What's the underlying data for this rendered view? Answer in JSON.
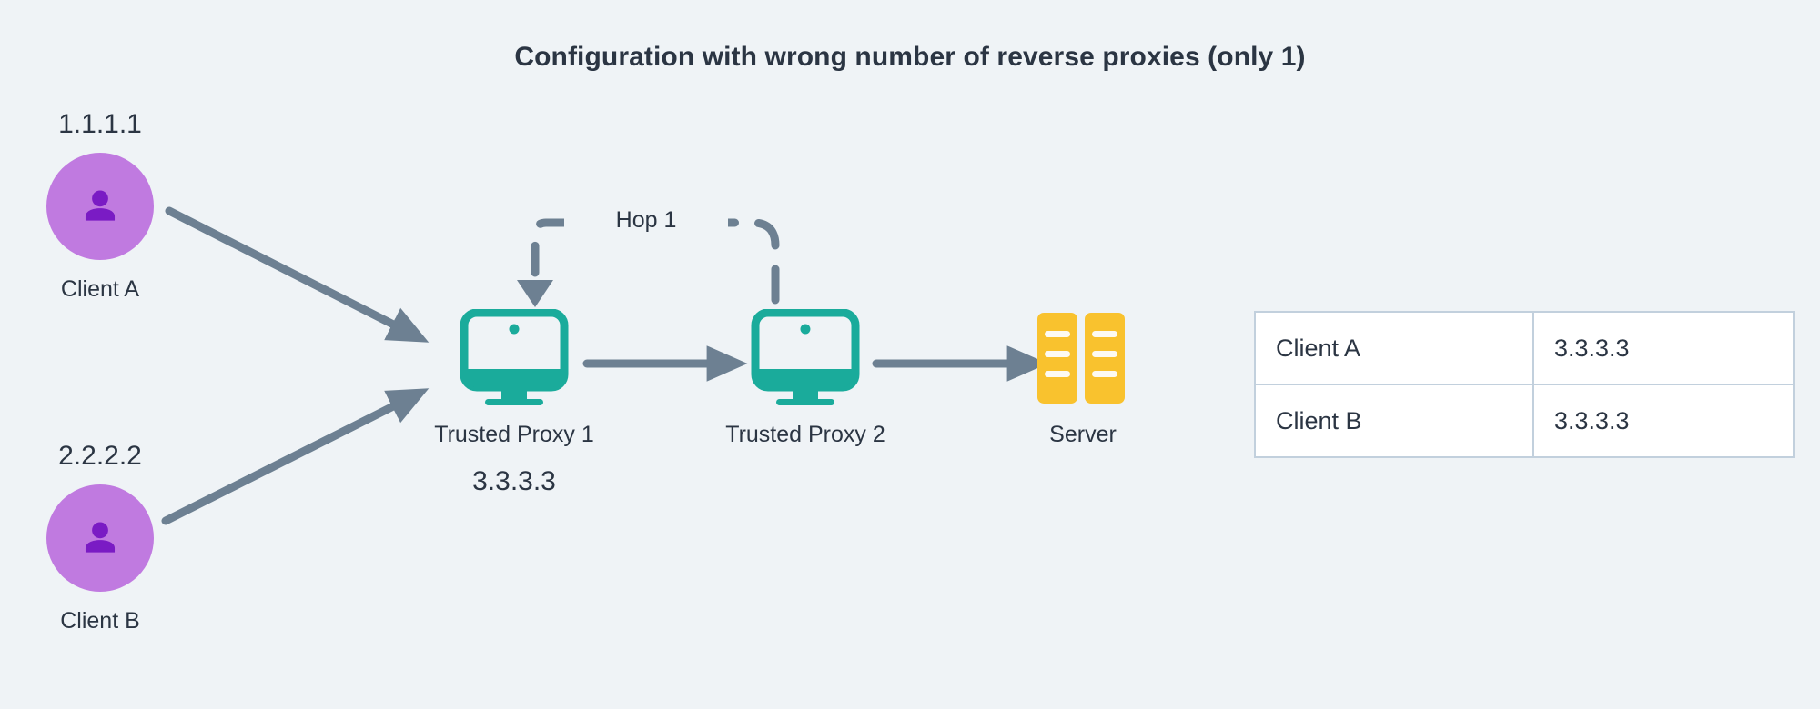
{
  "title": "Configuration with wrong number of reverse proxies (only 1)",
  "colors": {
    "background": "#eff3f6",
    "text": "#2b3543",
    "avatar_circle": "#c07ae0",
    "avatar_person": "#7a1bc4",
    "proxy_monitor": "#1aab9b",
    "server": "#f9c22e",
    "arrow": "#6d8092",
    "table_border": "#c2d0dd",
    "table_cell": "#ffffff"
  },
  "nodes": {
    "client_a": {
      "ip": "1.1.1.1",
      "label": "Client A",
      "icon": "person-icon"
    },
    "client_b": {
      "ip": "2.2.2.2",
      "label": "Client B",
      "icon": "person-icon"
    },
    "proxy_1": {
      "label": "Trusted Proxy 1",
      "ip": "3.3.3.3",
      "icon": "monitor-icon"
    },
    "proxy_2": {
      "label": "Trusted Proxy 2",
      "icon": "monitor-icon"
    },
    "server": {
      "label": "Server",
      "icon": "server-icon"
    }
  },
  "annotations": {
    "hop_label": "Hop 1"
  },
  "table": {
    "rows": [
      {
        "client": "Client A",
        "ip": "3.3.3.3"
      },
      {
        "client": "Client B",
        "ip": "3.3.3.3"
      }
    ]
  }
}
